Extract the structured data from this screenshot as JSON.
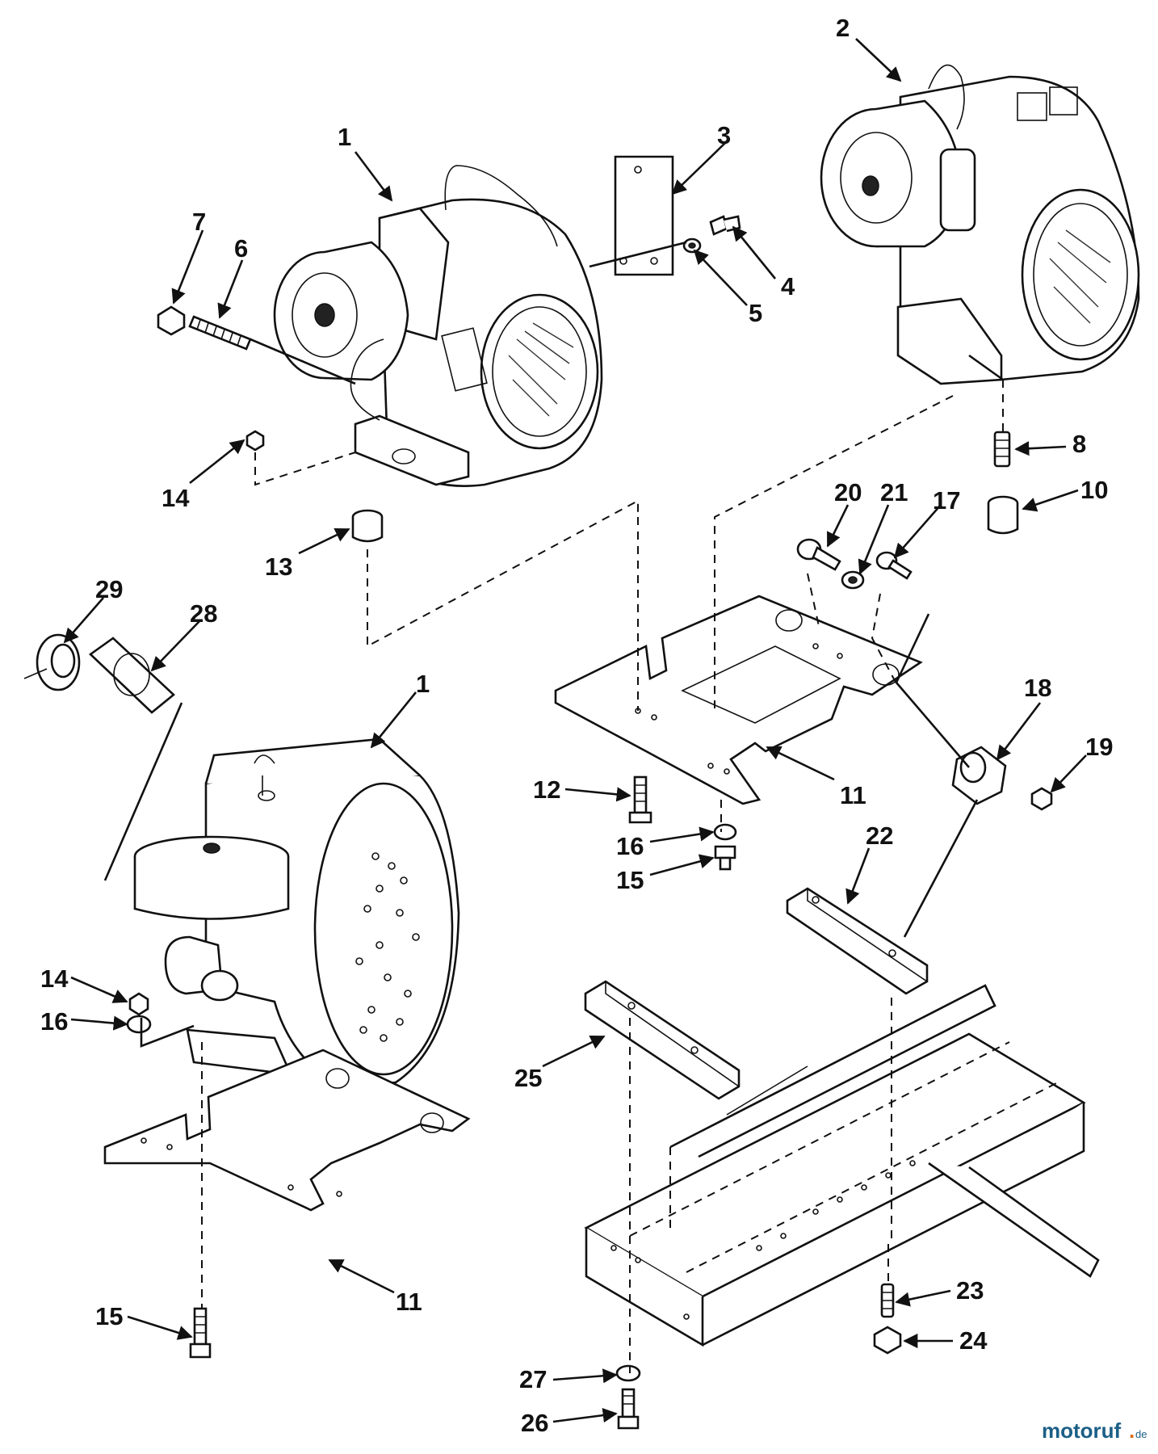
{
  "diagram": {
    "callouts": [
      "1",
      "2",
      "3",
      "4",
      "5",
      "6",
      "7",
      "8",
      "10",
      "14",
      "13",
      "20",
      "21",
      "17",
      "29",
      "28",
      "1",
      "18",
      "19",
      "12",
      "11",
      "16",
      "15",
      "22",
      "14",
      "16",
      "25",
      "11",
      "15",
      "23",
      "24",
      "27",
      "26"
    ]
  },
  "watermark": {
    "brand_main": "motoruf",
    "brand_dot": ".",
    "brand_tld": "de"
  }
}
